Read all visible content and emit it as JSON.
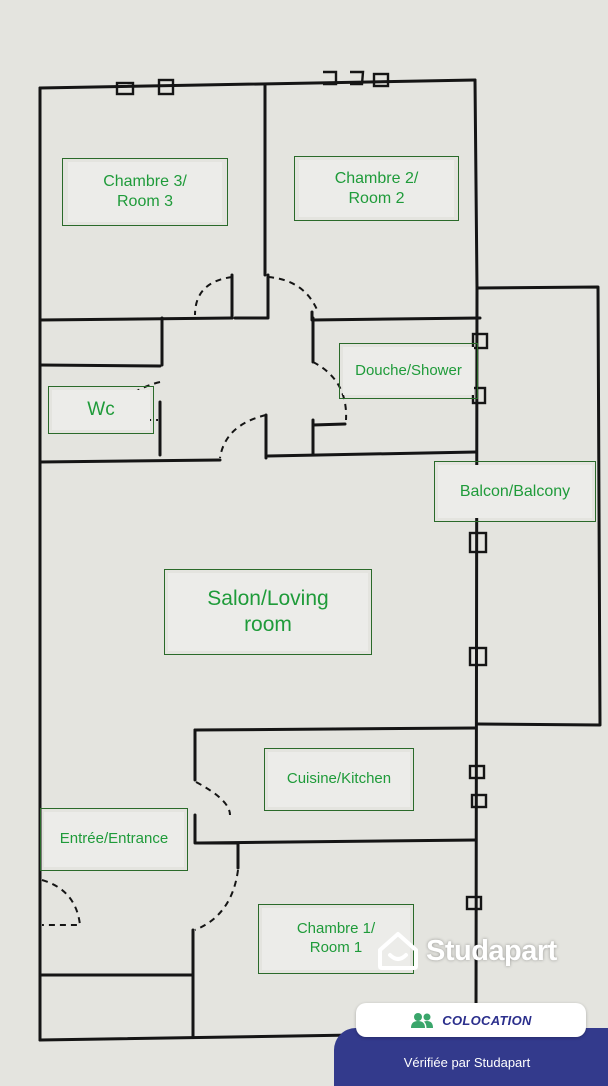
{
  "rooms": {
    "chambre3": "Chambre 3/\nRoom 3",
    "chambre2": "Chambre 2/\nRoom 2",
    "douche": "Douche/Shower",
    "wc": "Wc",
    "balcon": "Balcon/Balcony",
    "salon": "Salon/Loving\nroom",
    "cuisine": "Cuisine/Kitchen",
    "entree": "Entrée/Entrance",
    "chambre1": "Chambre 1/\nRoom 1"
  },
  "branding": {
    "logo_text": "Studapart",
    "badge_label": "COLOCATION",
    "verified_text": "Vérifiée par Studapart"
  },
  "colors": {
    "label_text": "#1f9b3a",
    "ink": "#151515",
    "brand_dark": "#333a8c",
    "badge_text": "#2b2f8c",
    "badge_icon": "#3aa66b"
  },
  "icons": {
    "logo": "house-icon",
    "badge": "people-icon"
  }
}
